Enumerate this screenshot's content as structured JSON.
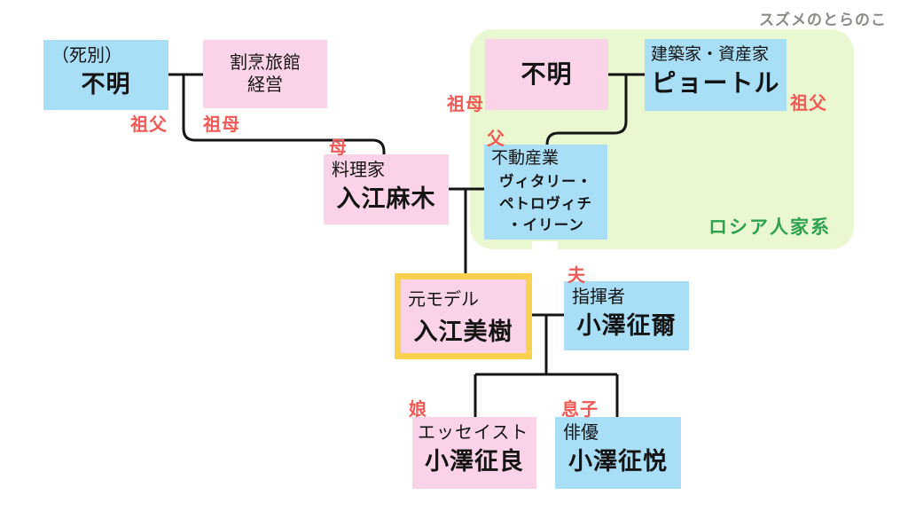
{
  "watermark": "スズメのとらのこ",
  "panel": {
    "label": "ロシア人家系"
  },
  "colors": {
    "male_box": "#a9def7",
    "female_box": "#fbd3e9",
    "russian_panel": "#e9f8d1",
    "highlight_border": "#f8d24e",
    "relation_label": "#f05a56",
    "panel_label": "#2ca24e",
    "line": "#151515",
    "watermark": "#8b8b85"
  },
  "people": {
    "grandfather_maternal": {
      "relation": "祖父",
      "note": "（死別）",
      "name": "不明"
    },
    "grandmother_maternal": {
      "relation": "祖母",
      "title_line1": "割烹旅館",
      "title_line2": "経営"
    },
    "mother": {
      "relation": "母",
      "title": "料理家",
      "name": "入江麻木"
    },
    "grandmother_paternal": {
      "relation": "祖母",
      "name": "不明"
    },
    "grandfather_paternal": {
      "relation": "祖父",
      "title": "建築家・資産家",
      "name": "ピョートル"
    },
    "father": {
      "relation": "父",
      "title": "不動産業",
      "name_line1": "ヴィタリー・",
      "name_line2": "ペトロヴィチ",
      "name_line3": "・イリーン"
    },
    "subject": {
      "title": "元モデル",
      "name": "入江美樹"
    },
    "husband": {
      "relation": "夫",
      "title": "指揮者",
      "name": "小澤征爾"
    },
    "daughter": {
      "relation": "娘",
      "title": "エッセイスト",
      "name": "小澤征良"
    },
    "son": {
      "relation": "息子",
      "title": "俳優",
      "name": "小澤征悦"
    }
  }
}
